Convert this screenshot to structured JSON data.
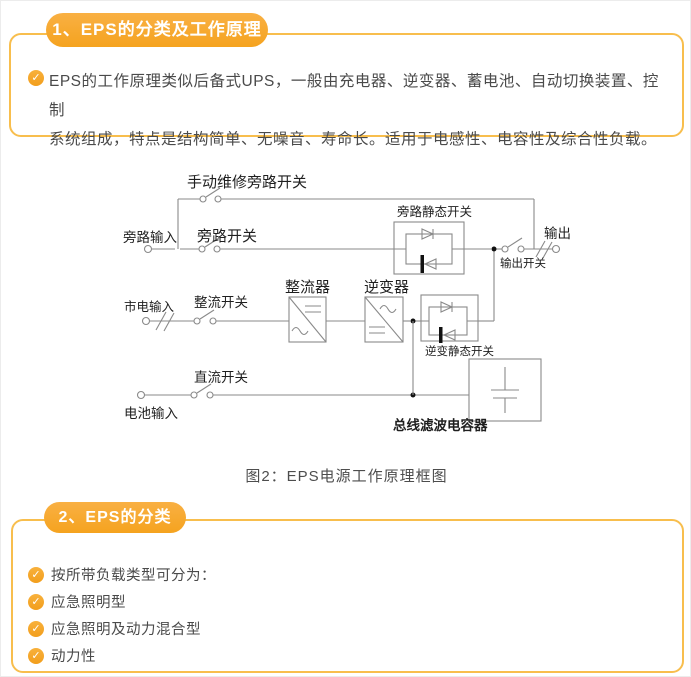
{
  "colors": {
    "accent": "#F5A623",
    "box_border": "#F8BE4D",
    "body_text": "#4A4A4A",
    "diagram_line": "#8A8A8A"
  },
  "section1": {
    "title": "1、EPS的分类及工作原理",
    "icon": "check-icon",
    "paragraph_lines": {
      "0": "EPS的工作原理类似后备式UPS，一般由充电器、逆变器、蓄电池、自动切换装置、控制",
      "1": "系统组成，特点是结构简单、无噪音、寿命长。适用于电感性、电容性及综合性负载。"
    }
  },
  "diagram": {
    "caption": "图2：EPS电源工作原理框图",
    "labels": {
      "manual_bypass_switch": "手动维修旁路开关",
      "bypass_input": "旁路输入",
      "bypass_switch": "旁路开关",
      "bypass_static_switch": "旁路静态开关",
      "output": "输出",
      "output_switch": "输出开关",
      "mains_input": "市电输入",
      "rectifier_switch": "整流开关",
      "rectifier": "整流器",
      "inverter": "逆变器",
      "inverter_static_switch": "逆变静态开关",
      "dc_switch": "直流开关",
      "battery_input": "电池输入",
      "bus_filter_capacitor": "总线滤波电容器"
    }
  },
  "section2": {
    "title": "2、EPS的分类",
    "items": {
      "0": "按所带负载类型可分为：",
      "1": "应急照明型",
      "2": "应急照明及动力混合型",
      "3": "动力性"
    }
  }
}
